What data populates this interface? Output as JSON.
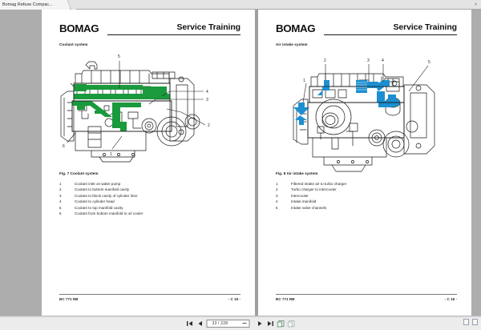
{
  "browser": {
    "tab_title": "Bomag Refuse Compac...",
    "tab_close_label": "×"
  },
  "document": {
    "pages": [
      {
        "brand": "BOMAG",
        "doc_type": "Service Training",
        "section_title": "Coolant system",
        "figure": {
          "caption": "Fig. 7 Coolant system",
          "highlight_color": "#1a9a3c",
          "callouts": [
            "1",
            "2",
            "3",
            "4",
            "5",
            "6"
          ]
        },
        "legend": [
          {
            "num": "1",
            "text": "Coolant inlet on water pump"
          },
          {
            "num": "2",
            "text": "Coolant to bottom manifold cavity"
          },
          {
            "num": "3",
            "text": "Coolant to block cavity of cylinder liner"
          },
          {
            "num": "4",
            "text": "Coolant to cylinder head"
          },
          {
            "num": "5",
            "text": "Coolant to top manifold cavity"
          },
          {
            "num": "6",
            "text": "Coolant from bottom manifold to oil cooler"
          }
        ],
        "footer_left": "BC 771 RB",
        "footer_right": "- C 15 -"
      },
      {
        "brand": "BOMAG",
        "doc_type": "Service Training",
        "section_title": "Air intake system",
        "figure": {
          "caption": "Fig. 8 Air intake system",
          "highlight_color": "#1d8fd1",
          "callouts": [
            "1",
            "2",
            "3",
            "4",
            "5"
          ]
        },
        "legend": [
          {
            "num": "1",
            "text": "Filtered intake air to turbo charger"
          },
          {
            "num": "2",
            "text": "Turbo charger to intercooler"
          },
          {
            "num": "3",
            "text": "Intercooler"
          },
          {
            "num": "4",
            "text": "Intake manifold"
          },
          {
            "num": "5",
            "text": "Intake valve channels"
          }
        ],
        "footer_left": "BC 771 RB",
        "footer_right": "- C 16 -"
      }
    ]
  },
  "toolbar": {
    "first_page_label": "⏮",
    "prev_page_label": "◀",
    "next_page_label": "▶",
    "last_page_label": "⏭",
    "page_value": "33 / 228",
    "page_current": "33",
    "page_total": "228",
    "view_single_label": "single-page-view",
    "view_facing_label": "facing-page-view"
  }
}
